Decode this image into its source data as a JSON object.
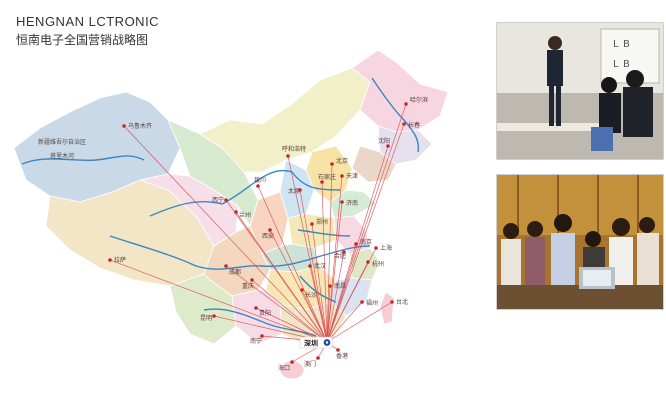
{
  "header": {
    "title_en": "HENGNAN LCTRONIC",
    "title_zh": "恒南电子全国营销战略图"
  },
  "map": {
    "hq": {
      "name": "深圳"
    },
    "cities": [
      {
        "id": "harbin",
        "name": "哈尔滨"
      },
      {
        "id": "changchun",
        "name": "长春"
      },
      {
        "id": "shenyang",
        "name": "沈阳"
      },
      {
        "id": "urumqi",
        "name": "乌鲁木齐"
      },
      {
        "id": "hohhot",
        "name": "呼和浩特"
      },
      {
        "id": "beijing",
        "name": "北京"
      },
      {
        "id": "tianjin",
        "name": "天津"
      },
      {
        "id": "shijiazhuang",
        "name": "石家庄"
      },
      {
        "id": "taiyuan",
        "name": "太原"
      },
      {
        "id": "jinan",
        "name": "济南"
      },
      {
        "id": "yinchuan",
        "name": "银川"
      },
      {
        "id": "xining",
        "name": "西宁"
      },
      {
        "id": "lanzhou",
        "name": "兰州"
      },
      {
        "id": "xian",
        "name": "西安"
      },
      {
        "id": "zhengzhou",
        "name": "郑州"
      },
      {
        "id": "nanjing",
        "name": "南京"
      },
      {
        "id": "shanghai",
        "name": "上海"
      },
      {
        "id": "hefei",
        "name": "合肥"
      },
      {
        "id": "hangzhou",
        "name": "杭州"
      },
      {
        "id": "wuhan",
        "name": "武汉"
      },
      {
        "id": "chengdu",
        "name": "成都"
      },
      {
        "id": "chongqing",
        "name": "重庆"
      },
      {
        "id": "lhasa",
        "name": "拉萨"
      },
      {
        "id": "changsha",
        "name": "长沙"
      },
      {
        "id": "nanchang",
        "name": "南昌"
      },
      {
        "id": "fuzhou",
        "name": "福州"
      },
      {
        "id": "taibei",
        "name": "台北"
      },
      {
        "id": "guiyang",
        "name": "贵阳"
      },
      {
        "id": "kunming",
        "name": "昆明"
      },
      {
        "id": "nanning",
        "name": "南宁"
      },
      {
        "id": "hongkong",
        "name": "香港"
      },
      {
        "id": "macau",
        "name": "澳门"
      },
      {
        "id": "haikou",
        "name": "海口"
      }
    ],
    "regions": [
      {
        "id": "xinjiang",
        "name": "新疆维吾尔自治区"
      },
      {
        "id": "tarim",
        "name": "塔里木河"
      }
    ],
    "colors": {
      "route": "#d9484b",
      "city_dot": "#c62828",
      "hq_badge": "#1f4e9a",
      "river": "#3a86c4"
    }
  },
  "photos": [
    {
      "id": "photo-presentation",
      "subject": "presenter-at-whiteboard"
    },
    {
      "id": "photo-team",
      "subject": "team-smiling-at-laptop"
    }
  ]
}
